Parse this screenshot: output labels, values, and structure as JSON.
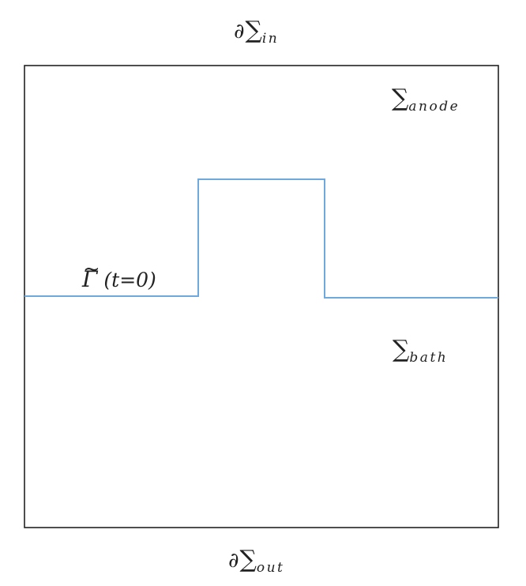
{
  "labels": {
    "top_boundary": {
      "prefix": "∂",
      "symbol": "∑",
      "subscript": "in"
    },
    "bottom_boundary": {
      "prefix": "∂",
      "symbol": "∑",
      "subscript": "out"
    },
    "anode_region": {
      "symbol": "∑",
      "subscript": "anode"
    },
    "bath_region": {
      "symbol": "∑",
      "subscript": "bath"
    },
    "interface": {
      "tilde": "~",
      "symbol": "Γ",
      "condition": "(t=0)"
    }
  },
  "colors": {
    "frame": "#222222",
    "interface_line": "#6fa8dc",
    "text": "#222222"
  }
}
